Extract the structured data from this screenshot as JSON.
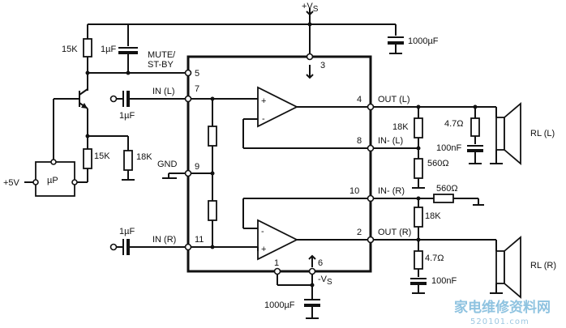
{
  "labels": {
    "vs_pos": "+V",
    "vs_pos_sub": "S",
    "vs_neg": "-V",
    "vs_neg_sub": "S",
    "cap_top": "1000µF",
    "cap_bottom": "1000µF",
    "mute_line1": "MUTE/",
    "mute_line2": "ST-BY",
    "r15k_top": "15K",
    "c1uf_top": "1µF",
    "in_l": "IN (L)",
    "in_l_cap": "1µF",
    "in_r": "IN (R)",
    "in_r_cap": "1µF",
    "gnd": "GND",
    "r15k_mid": "15K",
    "r18k_left": "18K",
    "plus5v": "+5V",
    "mcu": "µP",
    "out_l": "OUT (L)",
    "inm_l": "IN- (L)",
    "inm_r": "IN- (R)",
    "out_r": "OUT (R)",
    "r18k_l": "18K",
    "r560_l": "560Ω",
    "r47_l": "4.7Ω",
    "c100n_l": "100nF",
    "rl_l": "RL (L)",
    "r560_r": "560Ω",
    "r18k_r": "18K",
    "r47_r": "4.7Ω",
    "c100n_r": "100nF",
    "rl_r": "RL (R)"
  },
  "pins": {
    "p1": "1",
    "p2": "2",
    "p3": "3",
    "p4": "4",
    "p5": "5",
    "p6": "6",
    "p7": "7",
    "p8": "8",
    "p9": "9",
    "p10": "10",
    "p11": "11"
  },
  "opamp": {
    "plus": "+",
    "minus": "-"
  },
  "watermark": {
    "brand": "家电维修资料网",
    "site": "520101.com"
  }
}
